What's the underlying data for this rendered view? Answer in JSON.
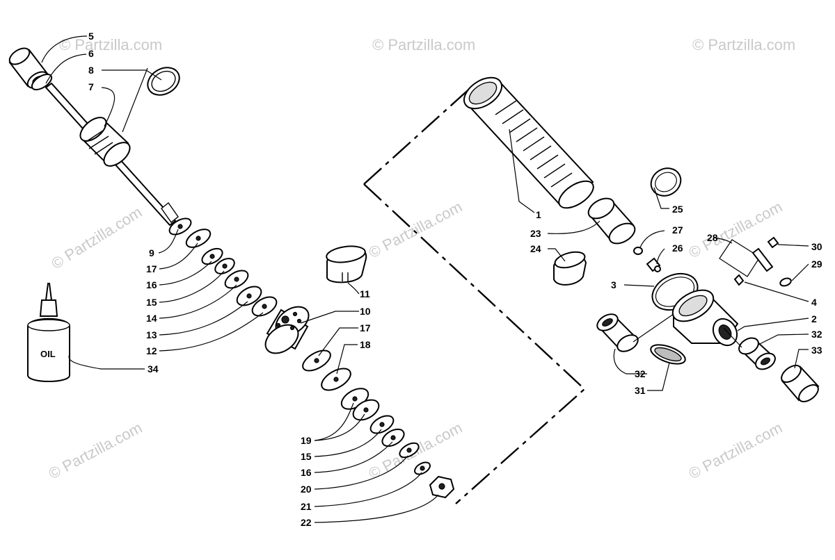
{
  "watermark": "© Partzilla.com",
  "bottle_label": "OIL",
  "callouts": {
    "c5": "5",
    "c6": "6",
    "c8": "8",
    "c7": "7",
    "c9": "9",
    "c17a": "17",
    "c16a": "16",
    "c15a": "15",
    "c14": "14",
    "c13": "13",
    "c12": "12",
    "c11": "11",
    "c10": "10",
    "c17b": "17",
    "c18": "18",
    "c19": "19",
    "c15b": "15",
    "c16b": "16",
    "c20": "20",
    "c21": "21",
    "c22": "22",
    "c34": "34",
    "c1": "1",
    "c25": "25",
    "c23": "23",
    "c27": "27",
    "c24": "24",
    "c26": "26",
    "c28": "28",
    "c30": "30",
    "c29": "29",
    "c3": "3",
    "c4": "4",
    "c2": "2",
    "c32a": "32",
    "c33": "33",
    "c32b": "32",
    "c31": "31"
  }
}
